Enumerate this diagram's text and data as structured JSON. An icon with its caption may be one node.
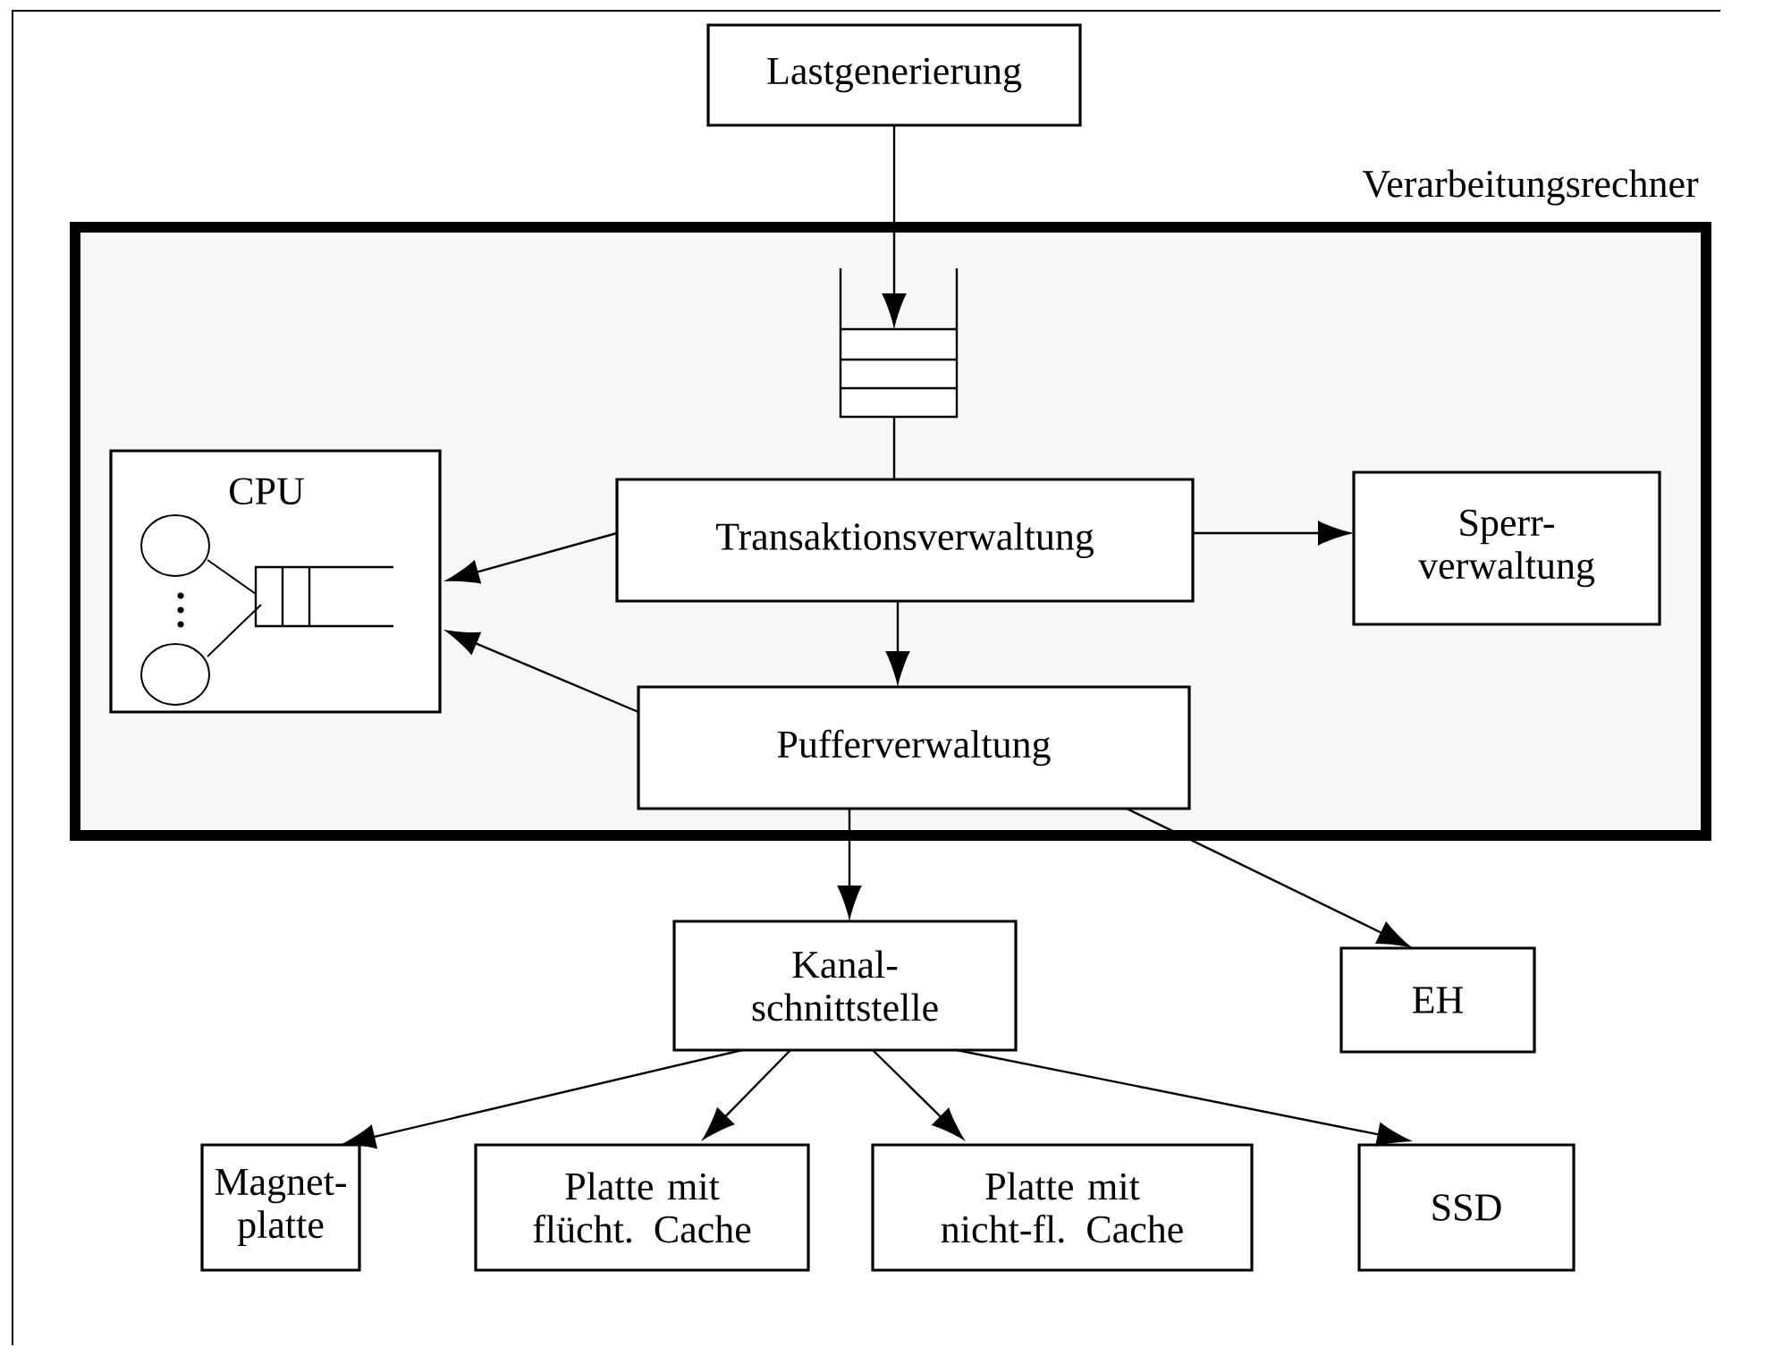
{
  "diagram": {
    "nodes": [
      {
        "text": [
          "Lastgenerierung"
        ]
      },
      {
        "text": [
          "Verarbeitungsrechner"
        ]
      },
      {
        "text": [],
        "shape": "queue",
        "in": 1
      },
      {
        "text": [
          "CPU"
        ],
        "in": 1
      },
      {
        "text": [
          "Transaktionsverwaltung"
        ],
        "in": 1
      },
      {
        "text": [
          "Sperr- verwaltung"
        ],
        "in": 1
      },
      {
        "text": [
          "Pufferverwaltung"
        ],
        "in": 1
      },
      {
        "text": [
          "Kanal- schnittstelle"
        ]
      },
      {
        "text": [
          "EH"
        ]
      },
      {
        "text": [
          "Magnet- platte"
        ]
      },
      {
        "text": [
          "Platte mit flücht. Cache"
        ]
      },
      {
        "text": [
          "Platte mit nicht-fl. Cache"
        ]
      },
      {
        "text": [
          "SSD"
        ]
      }
    ],
    "edges": [
      {
        "from": 0,
        "to": 2,
        "arrow": "to"
      },
      {
        "from": 2,
        "to": 4,
        "arrow": "none"
      },
      {
        "from": 4,
        "to": 3,
        "arrow": "to"
      },
      {
        "from": 6,
        "to": 3,
        "arrow": "to"
      },
      {
        "from": 4,
        "to": 5,
        "arrow": "to"
      },
      {
        "from": 4,
        "to": 6,
        "arrow": "to"
      },
      {
        "from": 6,
        "to": 7,
        "arrow": "to"
      },
      {
        "from": 6,
        "to": 8,
        "arrow": "to"
      },
      {
        "from": 7,
        "to": 9,
        "arrow": "to"
      },
      {
        "from": 7,
        "to": 10,
        "arrow": "to"
      },
      {
        "from": 7,
        "to": 11,
        "arrow": "to"
      },
      {
        "from": 7,
        "to": 12,
        "arrow": "to"
      }
    ]
  }
}
